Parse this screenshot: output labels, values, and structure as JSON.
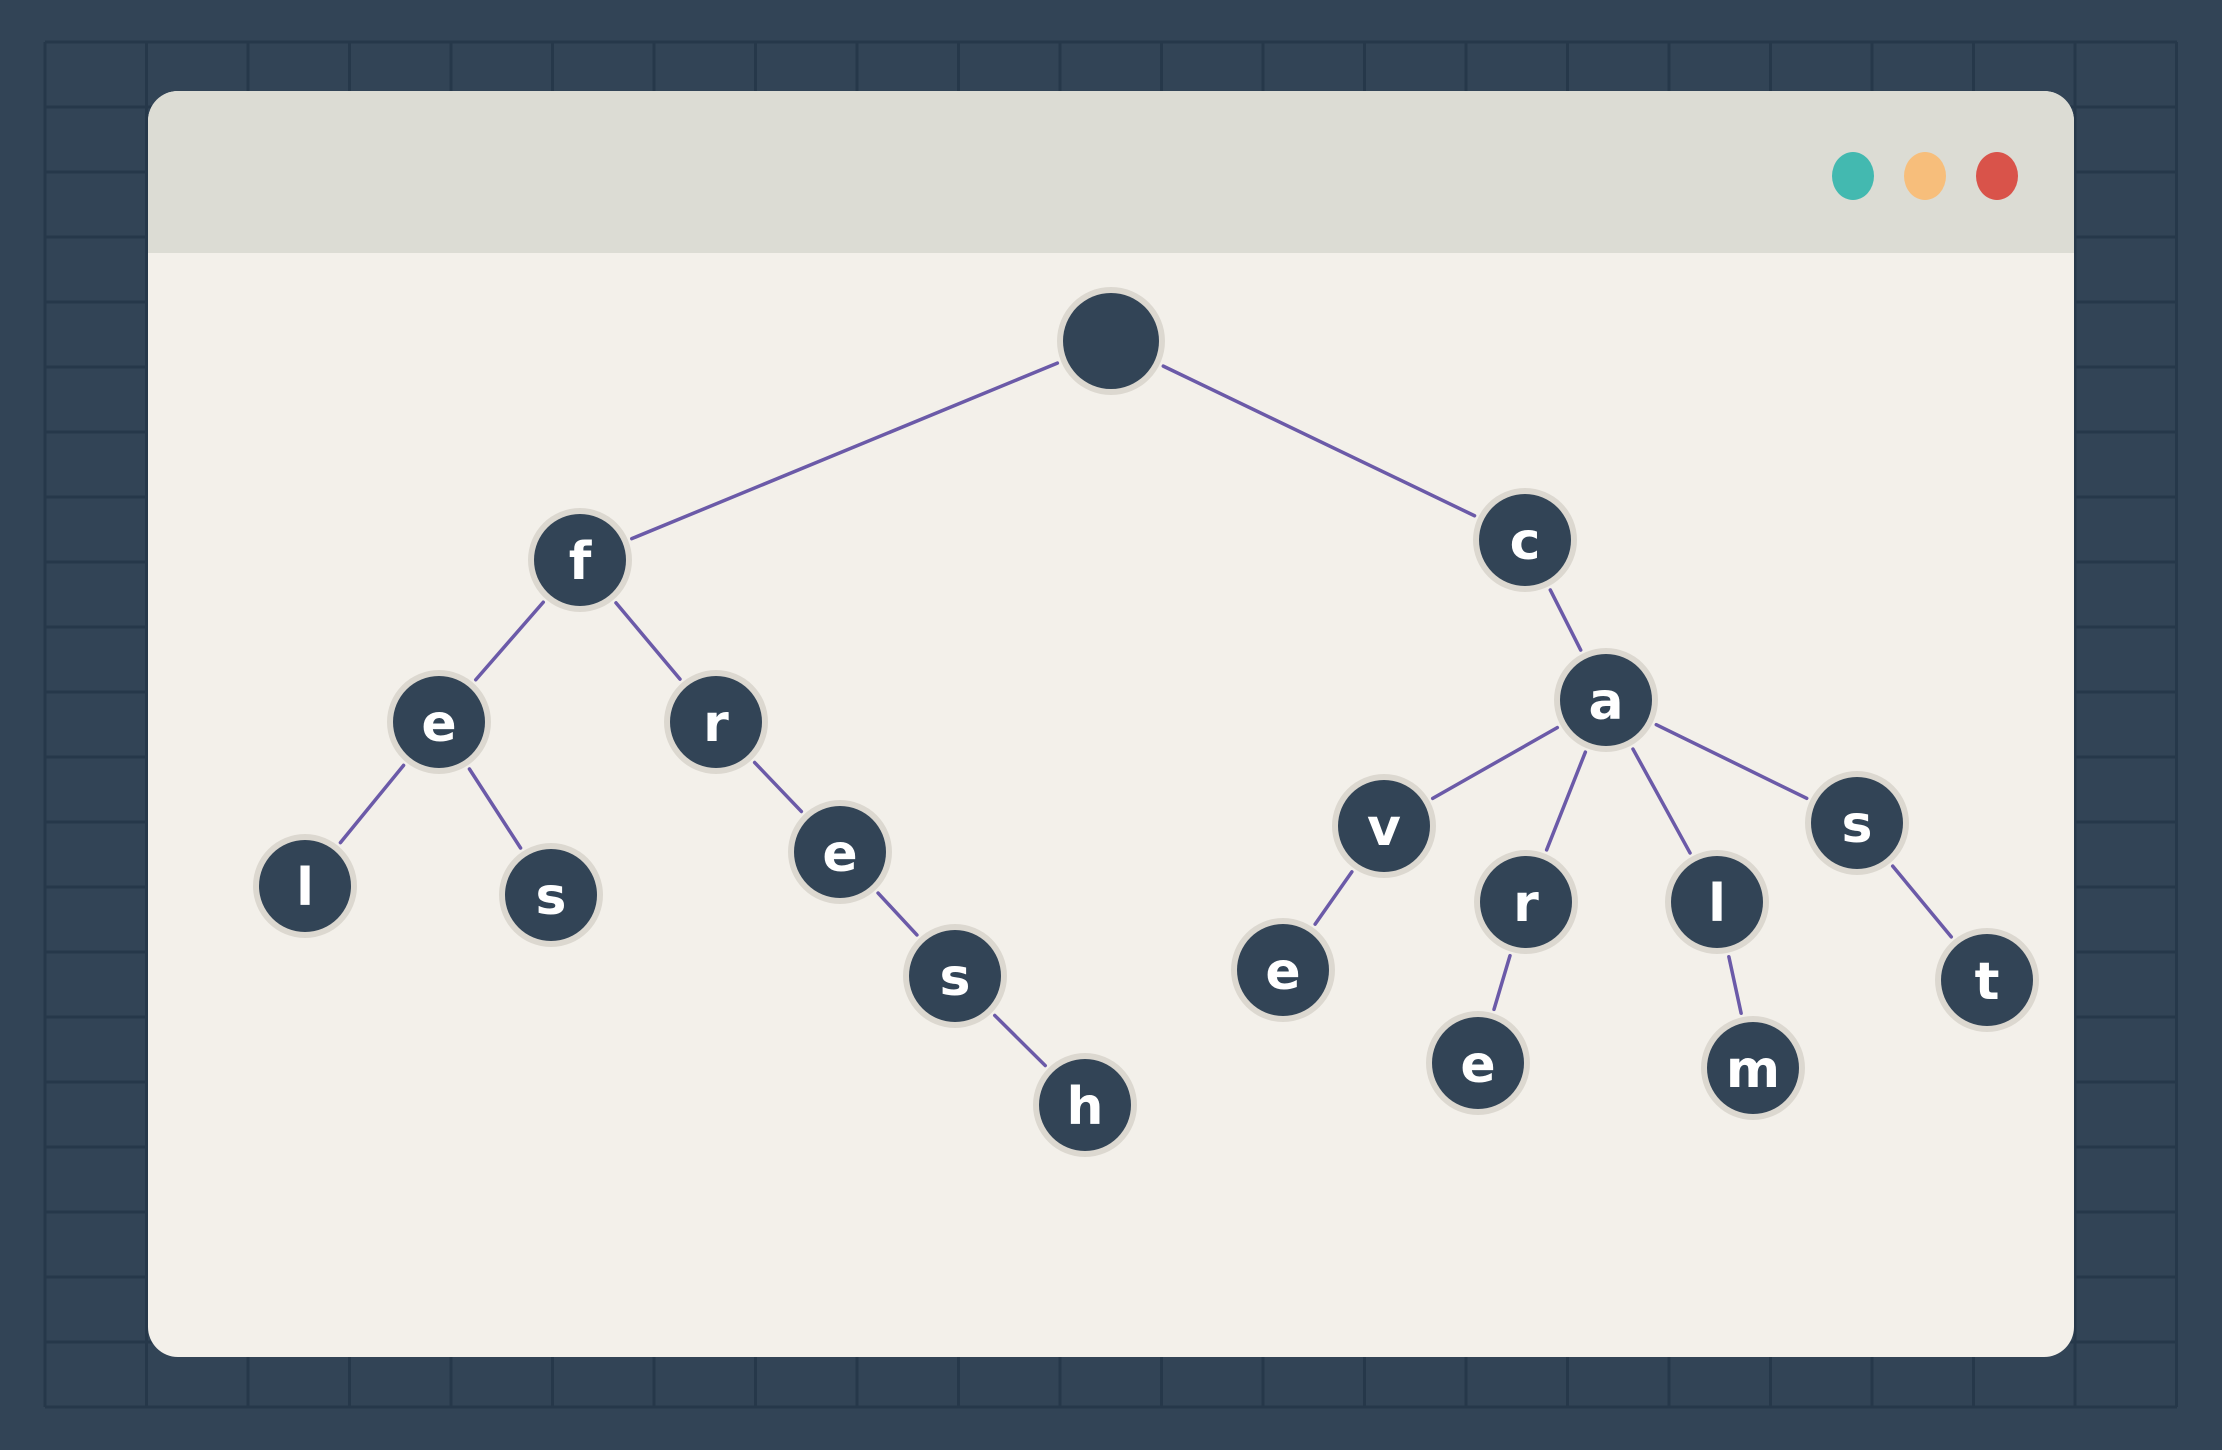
{
  "colors": {
    "background": "#324456",
    "grid_line": "#26384a",
    "window_body": "#f3f0ea",
    "title_bar": "#dcdcd4",
    "node_fill": "#324456",
    "node_ring": "#dcd8d0",
    "edge": "#6b5aa8",
    "node_text": "#ffffff"
  },
  "window": {
    "controls": [
      {
        "name": "teal-window-button",
        "color": "#43b9b0"
      },
      {
        "name": "orange-window-button",
        "color": "#f7be7b"
      },
      {
        "name": "red-window-button",
        "color": "#d9534a"
      }
    ]
  },
  "tree": {
    "nodes": [
      {
        "id": "root",
        "label": ""
      },
      {
        "id": "f",
        "label": "f"
      },
      {
        "id": "c",
        "label": "c"
      },
      {
        "id": "fe",
        "label": "e"
      },
      {
        "id": "fr",
        "label": "r"
      },
      {
        "id": "fel",
        "label": "l"
      },
      {
        "id": "fes",
        "label": "s"
      },
      {
        "id": "fre",
        "label": "e"
      },
      {
        "id": "fres",
        "label": "s"
      },
      {
        "id": "fresh",
        "label": "h"
      },
      {
        "id": "ca",
        "label": "a"
      },
      {
        "id": "cav",
        "label": "v"
      },
      {
        "id": "cave",
        "label": "e"
      },
      {
        "id": "car",
        "label": "r"
      },
      {
        "id": "care",
        "label": "e"
      },
      {
        "id": "cal",
        "label": "l"
      },
      {
        "id": "calm",
        "label": "m"
      },
      {
        "id": "cas",
        "label": "s"
      },
      {
        "id": "cast",
        "label": "t"
      }
    ],
    "edges": [
      [
        "root",
        "f"
      ],
      [
        "root",
        "c"
      ],
      [
        "f",
        "fe"
      ],
      [
        "f",
        "fr"
      ],
      [
        "fe",
        "fel"
      ],
      [
        "fe",
        "fes"
      ],
      [
        "fr",
        "fre"
      ],
      [
        "fre",
        "fres"
      ],
      [
        "fres",
        "fresh"
      ],
      [
        "c",
        "ca"
      ],
      [
        "ca",
        "cav"
      ],
      [
        "ca",
        "car"
      ],
      [
        "ca",
        "cal"
      ],
      [
        "ca",
        "cas"
      ],
      [
        "cav",
        "cave"
      ],
      [
        "car",
        "care"
      ],
      [
        "cal",
        "calm"
      ],
      [
        "cas",
        "cast"
      ]
    ]
  }
}
